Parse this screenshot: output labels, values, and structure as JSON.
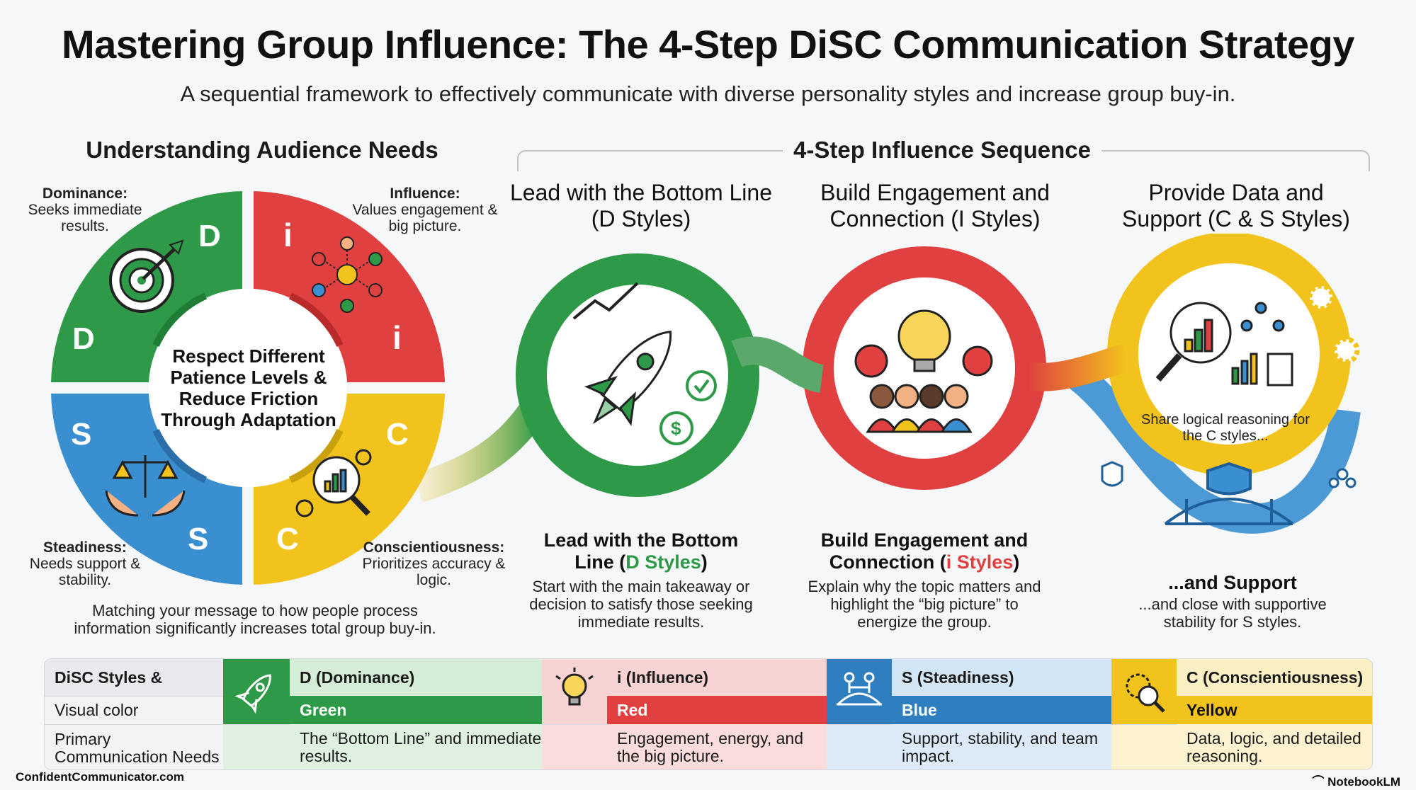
{
  "header": {
    "title": "Mastering Group Influence: The 4-Step DiSC Communication Strategy",
    "subtitle": "A sequential framework to effectively communicate with diverse personality styles and increase group buy-in."
  },
  "left_section": {
    "heading": "Understanding Audience Needs",
    "center": "Respect Different Patience Levels & Reduce Friction Through Adaptation",
    "quadrants": [
      {
        "letter": "D",
        "name": "Dominance:",
        "desc": "Seeks immediate results.",
        "color": "#2e9a47",
        "icon": "target-icon"
      },
      {
        "letter": "i",
        "name": "Influence:",
        "desc": "Values engagement & big picture.",
        "color": "#e04040",
        "icon": "people-network-icon"
      },
      {
        "letter": "S",
        "name": "Steadiness:",
        "desc": "Needs support & stability.",
        "color": "#3a8fd0",
        "icon": "scales-hands-icon"
      },
      {
        "letter": "C",
        "name": "Conscientiousness:",
        "desc": "Prioritizes accuracy & logic.",
        "color": "#f2c31c",
        "icon": "magnifier-chart-icon"
      }
    ],
    "note": "Matching your message to how people process information significantly increases total group buy-in."
  },
  "sequence": {
    "heading": "4-Step Influence Sequence",
    "steps": [
      {
        "heading": "Lead with the Bottom Line (D Styles)",
        "caption_title": "Lead with the Bottom Line (",
        "caption_style": "D Styles",
        "caption_end": ")",
        "caption_color": "#2e9a47",
        "desc": "Start with the main takeaway or decision to satisfy those seeking immediate results.",
        "icon": "rocket-icon"
      },
      {
        "heading": "Build Engagement and Connection (I Styles)",
        "caption_title": "Build Engagement and Connection (",
        "caption_style": "i Styles",
        "caption_end": ")",
        "caption_color": "#e04040",
        "desc": "Explain why the topic matters and highlight the “big picture” to energize the group.",
        "icon": "lightbulb-team-icon"
      },
      {
        "heading": "Provide Data and Support (C & S Styles)",
        "c_text": "Share logical reasoning for the C styles...",
        "s_title": "...and Support",
        "s_desc": "...and close with supportive stability for S styles.",
        "icon": "data-analysis-icon"
      }
    ]
  },
  "table": {
    "row_labels": [
      "DiSC Styles &",
      "Visual color",
      "Primary Communication Needs"
    ],
    "columns": [
      {
        "style": "D (Dominance)",
        "color_name": "Green",
        "needs": "The “Bottom Line” and immediate results.",
        "bar": "#2e9a47",
        "head_bg": "#d5ecd7",
        "body_bg": "#dff0e0",
        "icon": "rocket-icon"
      },
      {
        "style": "i (Influence)",
        "color_name": "Red",
        "needs": "Engagement, energy, and the big picture.",
        "bar": "#e04040",
        "head_bg": "#f8d3d3",
        "body_bg": "#fadcdc",
        "icon": "lightbulb-icon"
      },
      {
        "style": "S (Steadiness)",
        "color_name": "Blue",
        "needs": "Support, stability, and team impact.",
        "bar": "#2f7fc0",
        "head_bg": "#d2e6f5",
        "body_bg": "#dbeaf6",
        "icon": "bridge-people-icon"
      },
      {
        "style": "C (Conscientiousness)",
        "color_name": "Yellow",
        "needs": "Data, logic, and detailed reasoning.",
        "bar": "#f2c31c",
        "head_bg": "#fbefc4",
        "body_bg": "#fcf2cf",
        "icon": "gear-magnifier-icon"
      }
    ]
  },
  "footer": {
    "left": "ConfidentCommunicator.com",
    "right": "NotebookLM"
  }
}
